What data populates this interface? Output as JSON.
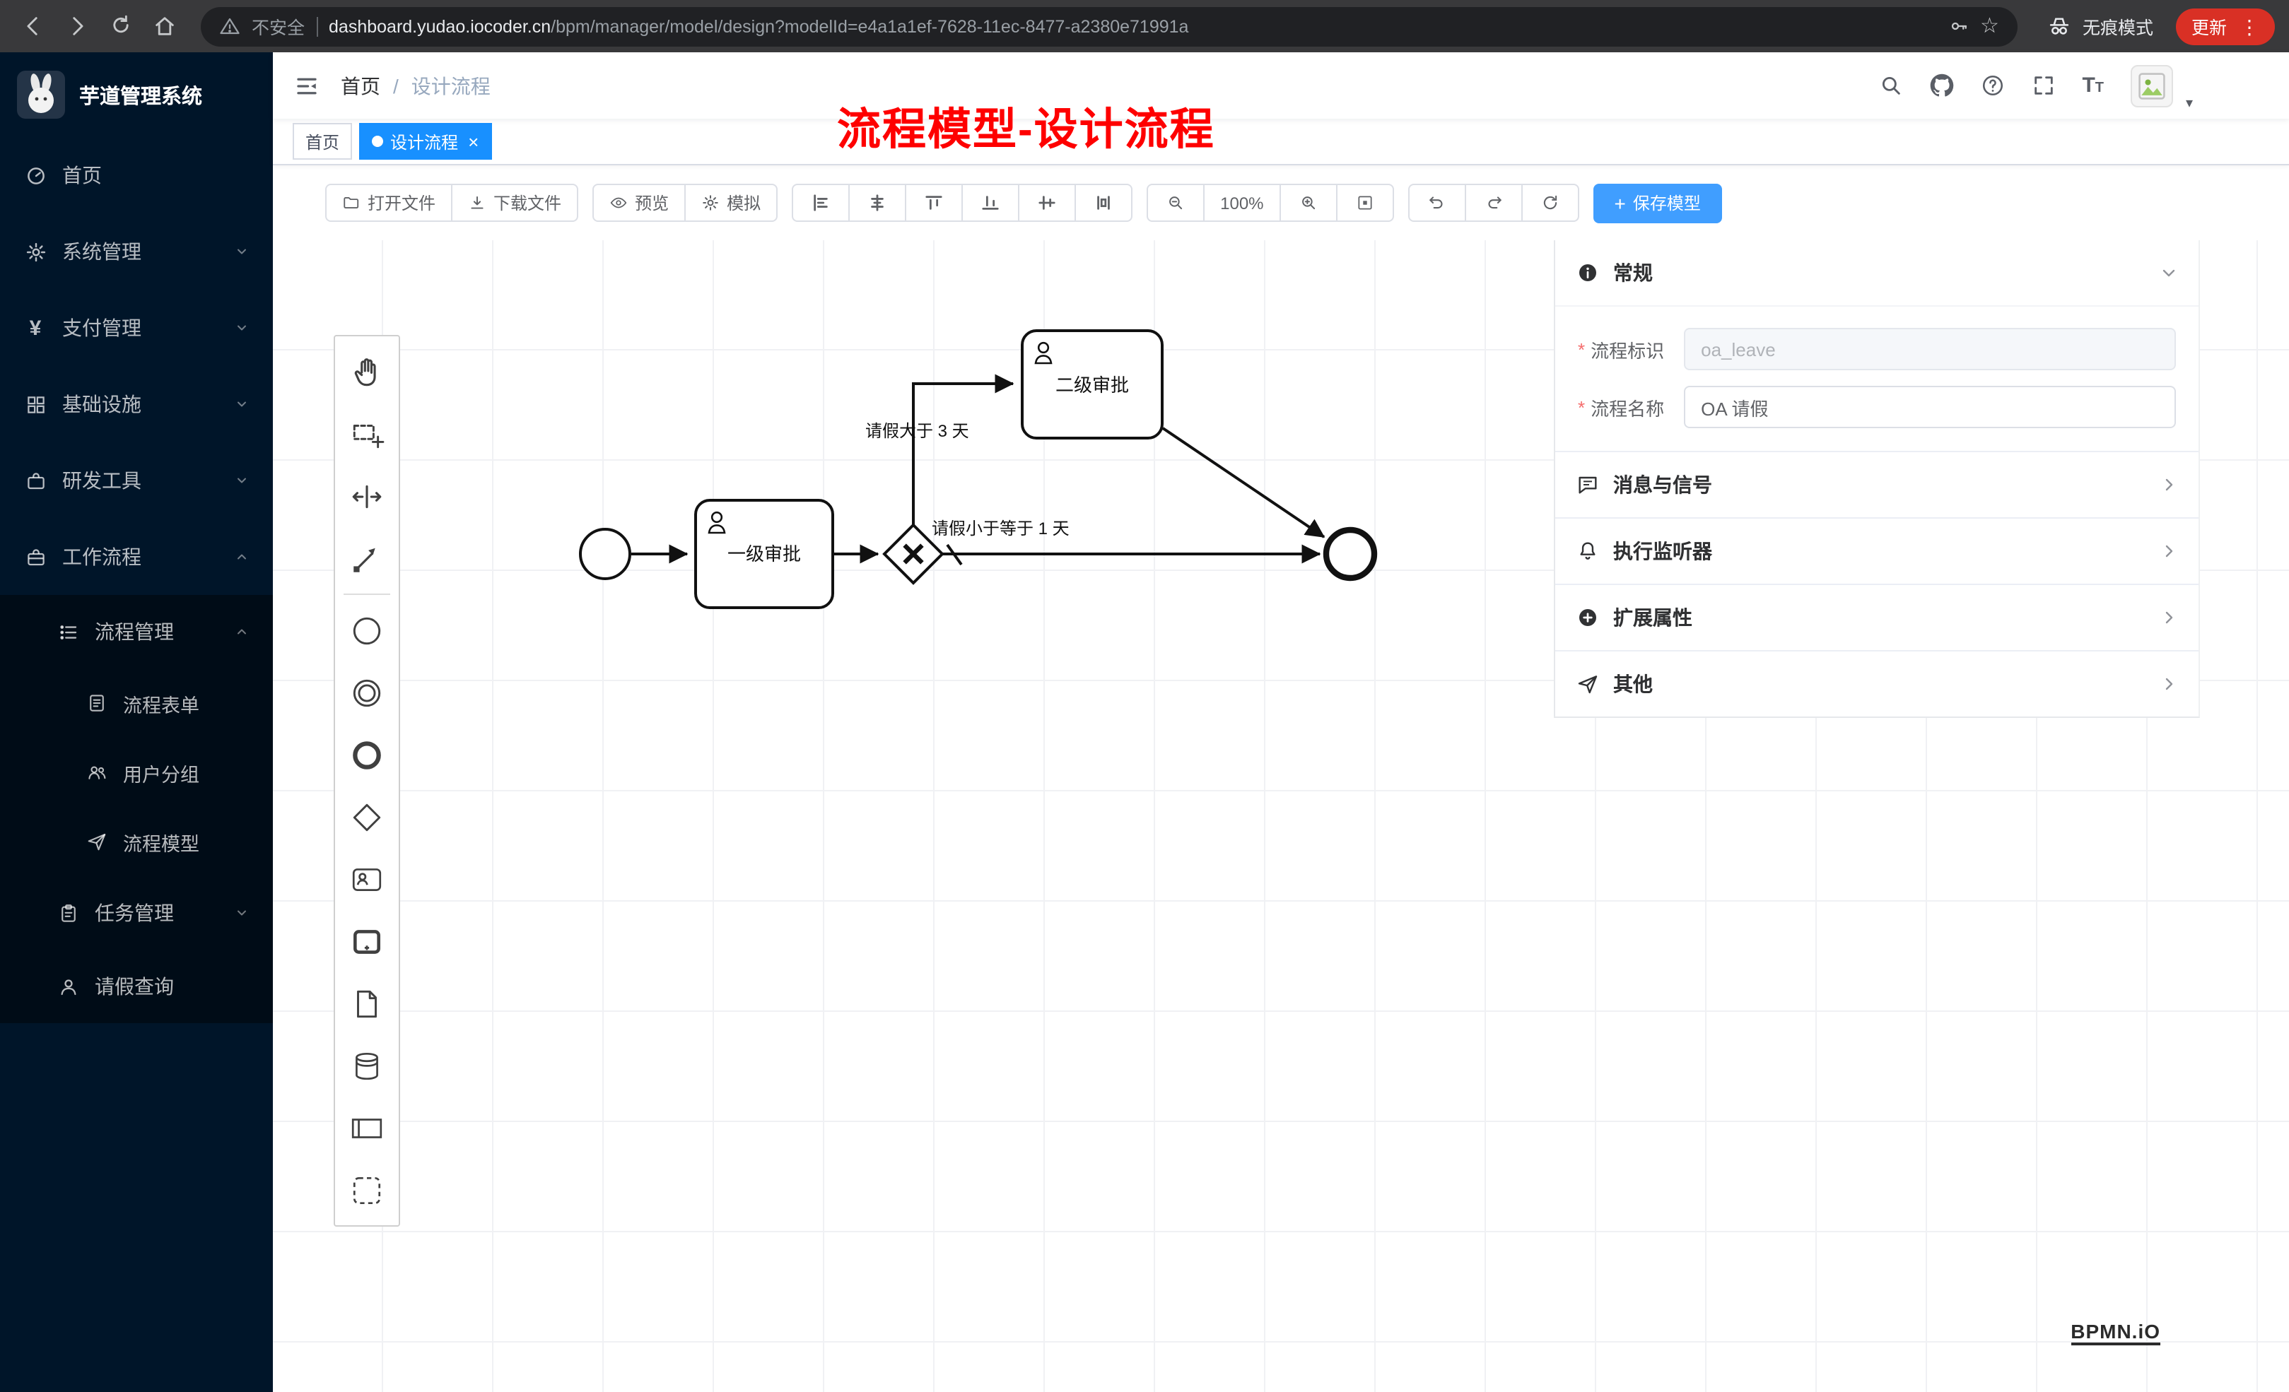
{
  "browser": {
    "security_label": "不安全",
    "url_host": "dashboard.yudao.iocoder.cn",
    "url_path": "/bpm/manager/model/design?modelId=e4a1a1ef-7628-11ec-8477-a2380e71991a",
    "incognito_label": "无痕模式",
    "update_label": "更新"
  },
  "sidebar": {
    "app_title": "芋道管理系统",
    "items": [
      {
        "label": "首页",
        "icon": "dashboard-icon",
        "level": 1
      },
      {
        "label": "系统管理",
        "icon": "gear-icon",
        "level": 1,
        "chevron": "down"
      },
      {
        "label": "支付管理",
        "icon": "yen-icon",
        "level": 1,
        "chevron": "down"
      },
      {
        "label": "基础设施",
        "icon": "grid-icon",
        "level": 1,
        "chevron": "down"
      },
      {
        "label": "研发工具",
        "icon": "toolbox-icon",
        "level": 1,
        "chevron": "down"
      },
      {
        "label": "工作流程",
        "icon": "briefcase-icon",
        "level": 1,
        "chevron": "up"
      },
      {
        "label": "流程管理",
        "icon": "list-icon",
        "level": 2,
        "chevron": "up"
      },
      {
        "label": "流程表单",
        "icon": "form-icon",
        "level": 3
      },
      {
        "label": "用户分组",
        "icon": "users-icon",
        "level": 3
      },
      {
        "label": "流程模型",
        "icon": "send-icon",
        "level": 3
      },
      {
        "label": "任务管理",
        "icon": "clipboard-icon",
        "level": 2,
        "chevron": "down"
      },
      {
        "label": "请假查询",
        "icon": "user-icon",
        "level": 2
      }
    ]
  },
  "navbar": {
    "breadcrumb_home": "首页",
    "breadcrumb_separator": "/",
    "breadcrumb_current": "设计流程"
  },
  "tags": {
    "home": "首页",
    "active": "设计流程"
  },
  "annotation": "流程模型-设计流程",
  "toolbar": {
    "open_label": "打开文件",
    "download_label": "下载文件",
    "preview_label": "预览",
    "simulate_label": "模拟",
    "align_icons": [
      "align-left",
      "align-horizontal-center",
      "align-top",
      "align-bottom",
      "align-vertical-center",
      "distribute-elements"
    ],
    "zoom_value": "100%",
    "save_label": "保存模型"
  },
  "panel": {
    "general_title": "常规",
    "fields": {
      "key_label": "流程标识",
      "key_value": "oa_leave",
      "name_label": "流程名称",
      "name_value": "OA 请假"
    },
    "sections": [
      {
        "title": "消息与信号",
        "icon": "message-icon"
      },
      {
        "title": "执行监听器",
        "icon": "bell-icon"
      },
      {
        "title": "扩展属性",
        "icon": "plus-circle-icon"
      },
      {
        "title": "其他",
        "icon": "send-icon"
      }
    ]
  },
  "diagram": {
    "task1": "一级审批",
    "task2": "二级审批",
    "edge_gt": "请假大于 3 天",
    "edge_le": "请假小于等于 1 天"
  },
  "watermark": "BPMN.iO",
  "colors": {
    "primary": "#409eff",
    "tab_active": "#1890ff",
    "sidebar_bg": "#001529",
    "sidebar_submenu_bg": "#000c17",
    "annotation_red": "#fe0000",
    "update_pill": "#d93025"
  }
}
